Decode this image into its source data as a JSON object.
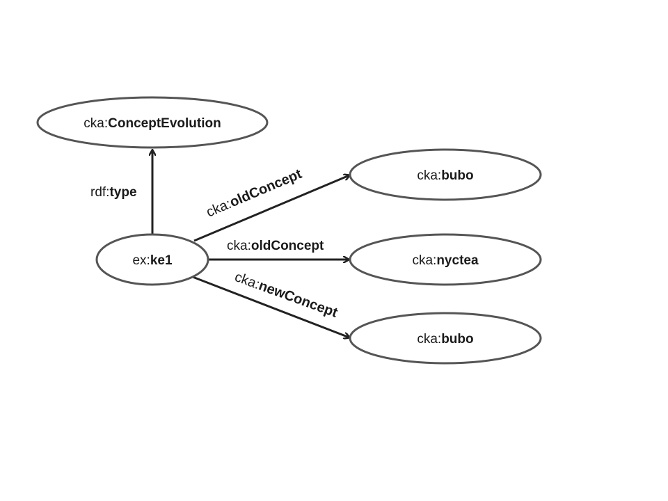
{
  "nodes": {
    "concept_evolution": {
      "prefix": "cka:",
      "local": "ConceptEvolution"
    },
    "ke1": {
      "prefix": "ex:",
      "local": "ke1"
    },
    "bubo_old": {
      "prefix": "cka:",
      "local": "bubo"
    },
    "nyctea": {
      "prefix": "cka:",
      "local": "nyctea"
    },
    "bubo_new": {
      "prefix": "cka:",
      "local": "bubo"
    }
  },
  "edges": {
    "type": {
      "prefix": "rdf:",
      "local": "type"
    },
    "old_concept_1": {
      "prefix": "cka:",
      "local": "oldConcept"
    },
    "old_concept_2": {
      "prefix": "cka:",
      "local": "oldConcept"
    },
    "new_concept": {
      "prefix": "cka:",
      "local": "newConcept"
    }
  }
}
